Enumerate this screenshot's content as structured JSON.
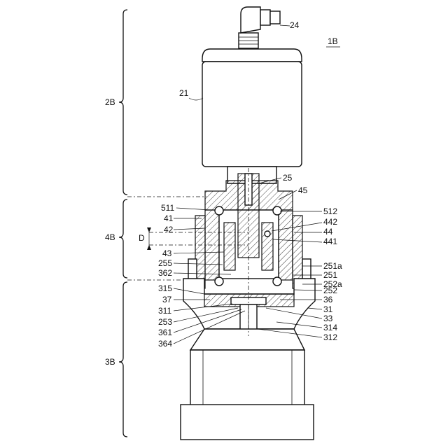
{
  "figure_label": "1B",
  "sections": [
    "2B",
    "4B",
    "3B"
  ],
  "dimension_label": "D",
  "labels_left": [
    "21",
    "511",
    "41",
    "42",
    "43",
    "255",
    "362",
    "315",
    "37",
    "311",
    "253",
    "361",
    "364"
  ],
  "labels_right": [
    "24",
    "25",
    "45",
    "512",
    "442",
    "44",
    "441",
    "251a",
    "251",
    "252a",
    "252",
    "36",
    "31",
    "33",
    "314",
    "312"
  ]
}
